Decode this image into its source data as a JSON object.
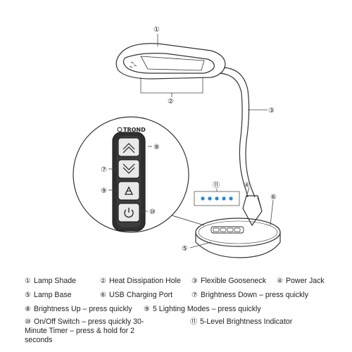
{
  "brand": "TROND",
  "callouts": {
    "c1": "①",
    "c2": "②",
    "c3": "③",
    "c4": "④",
    "c5": "⑤",
    "c6": "⑥",
    "c7": "⑦",
    "c8": "⑧",
    "c9": "⑨",
    "c10": "⑩",
    "c11": "⑪"
  },
  "legend": [
    {
      "marker": "①",
      "text": "Lamp Shade"
    },
    {
      "marker": "②",
      "text": "Heat Dissipation Hole"
    },
    {
      "marker": "③",
      "text": "Flexible Gooseneck"
    },
    {
      "marker": "④",
      "text": "Power Jack"
    },
    {
      "marker": "⑤",
      "text": "Lamp Base"
    },
    {
      "marker": "⑥",
      "text": "USB Charging Port"
    },
    {
      "marker": "⑦",
      "text": "Brightness Down – press quickly"
    },
    {
      "marker": "⑧",
      "text": "Brightness Up – press quickly"
    },
    {
      "marker": "⑨",
      "text": "5 Lighting Modes – press quickly"
    },
    {
      "marker": "⑩",
      "text": "On/Off Switch – press quickly 30-Minute Timer – press & hold for 2 seconds"
    },
    {
      "marker": "⑪",
      "text": "5-Level Brightness Indicator"
    }
  ],
  "colors": {
    "line": "#333333",
    "led": "#1e88e5"
  }
}
